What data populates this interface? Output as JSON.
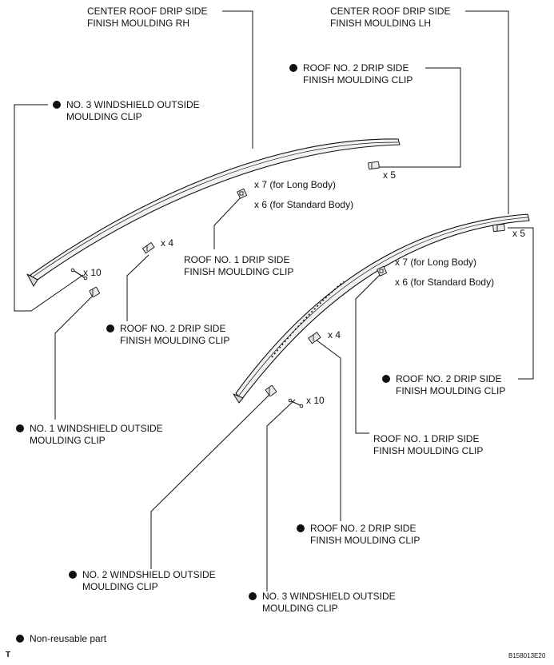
{
  "labels": {
    "center_rh": {
      "line1": "CENTER ROOF DRIP SIDE",
      "line2": "FINISH MOULDING RH"
    },
    "center_lh": {
      "line1": "CENTER ROOF DRIP SIDE",
      "line2": "FINISH MOULDING LH"
    },
    "roof2_top": {
      "line1": "ROOF NO. 2 DRIP SIDE",
      "line2": "FINISH MOULDING CLIP"
    },
    "ws3_top": {
      "line1": "NO. 3 WINDSHIELD OUTSIDE",
      "line2": "MOULDING CLIP"
    },
    "roof1_left": {
      "line1": "ROOF NO. 1 DRIP SIDE",
      "line2": "FINISH MOULDING CLIP"
    },
    "roof2_left": {
      "line1": "ROOF NO. 2 DRIP SIDE",
      "line2": "FINISH MOULDING CLIP"
    },
    "roof2_right": {
      "line1": "ROOF NO. 2 DRIP SIDE",
      "line2": "FINISH MOULDING CLIP"
    },
    "ws1": {
      "line1": "NO. 1 WINDSHIELD OUTSIDE",
      "line2": "MOULDING CLIP"
    },
    "roof1_right": {
      "line1": "ROOF NO. 1 DRIP SIDE",
      "line2": "FINISH MOULDING CLIP"
    },
    "roof2_bottom": {
      "line1": "ROOF NO. 2 DRIP SIDE",
      "line2": "FINISH MOULDING CLIP"
    },
    "ws2": {
      "line1": "NO. 2 WINDSHIELD OUTSIDE",
      "line2": "MOULDING CLIP"
    },
    "ws3_bottom": {
      "line1": "NO. 3 WINDSHIELD OUTSIDE",
      "line2": "MOULDING CLIP"
    }
  },
  "quantities": {
    "q_x5_top": "x 5",
    "q_x7_top": "x 7 (for Long Body)",
    "q_x6_top": "x 6 (for Standard Body)",
    "q_x4_left": "x 4",
    "q_x10_left": "x 10",
    "q_x5_right": "x 5",
    "q_x7_right": "x 7 (for Long Body)",
    "q_x6_right": "x 6 (for Standard Body)",
    "q_x4_right": "x 4",
    "q_x10_right": "x 10"
  },
  "legend": {
    "text": "Non-reusable part"
  },
  "footer": {
    "corner_mark": "T",
    "code": "B158013E20"
  },
  "colors": {
    "ink": "#111111",
    "part_fill": "#e9e9e9",
    "background": "#ffffff"
  }
}
